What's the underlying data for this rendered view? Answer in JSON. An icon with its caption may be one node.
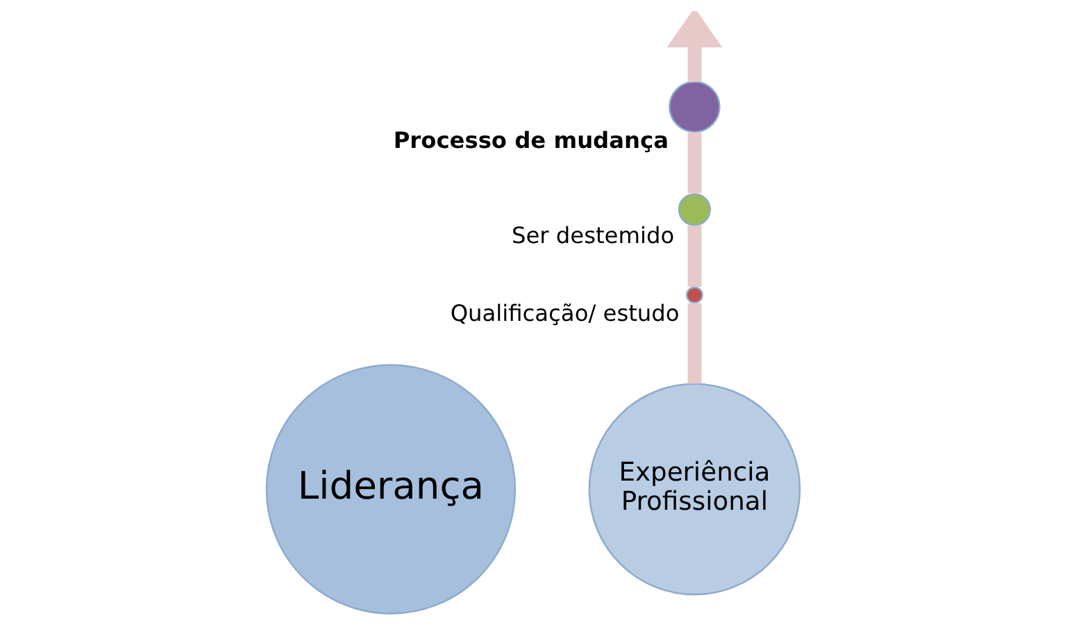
{
  "diagram": {
    "nodes": [
      {
        "text": [
          "Liderança"
        ]
      },
      {
        "text": [
          "Experiência Profissional"
        ]
      },
      {
        "text": [],
        "shape": "circle",
        "beside": [
          "Qualificação/ estudo"
        ]
      },
      {
        "text": [],
        "shape": "circle",
        "beside": [
          "Ser destemido"
        ]
      },
      {
        "text": [],
        "shape": "circle",
        "beside": [
          "Processo de mudança"
        ]
      }
    ],
    "edges": [
      {
        "from": 1,
        "to": 2,
        "arrow": "none"
      },
      {
        "from": 2,
        "to": 3,
        "arrow": "none"
      },
      {
        "from": 3,
        "to": 4,
        "arrow": "none"
      },
      {
        "from": 4,
        "to": null,
        "arrow": "to"
      }
    ]
  }
}
